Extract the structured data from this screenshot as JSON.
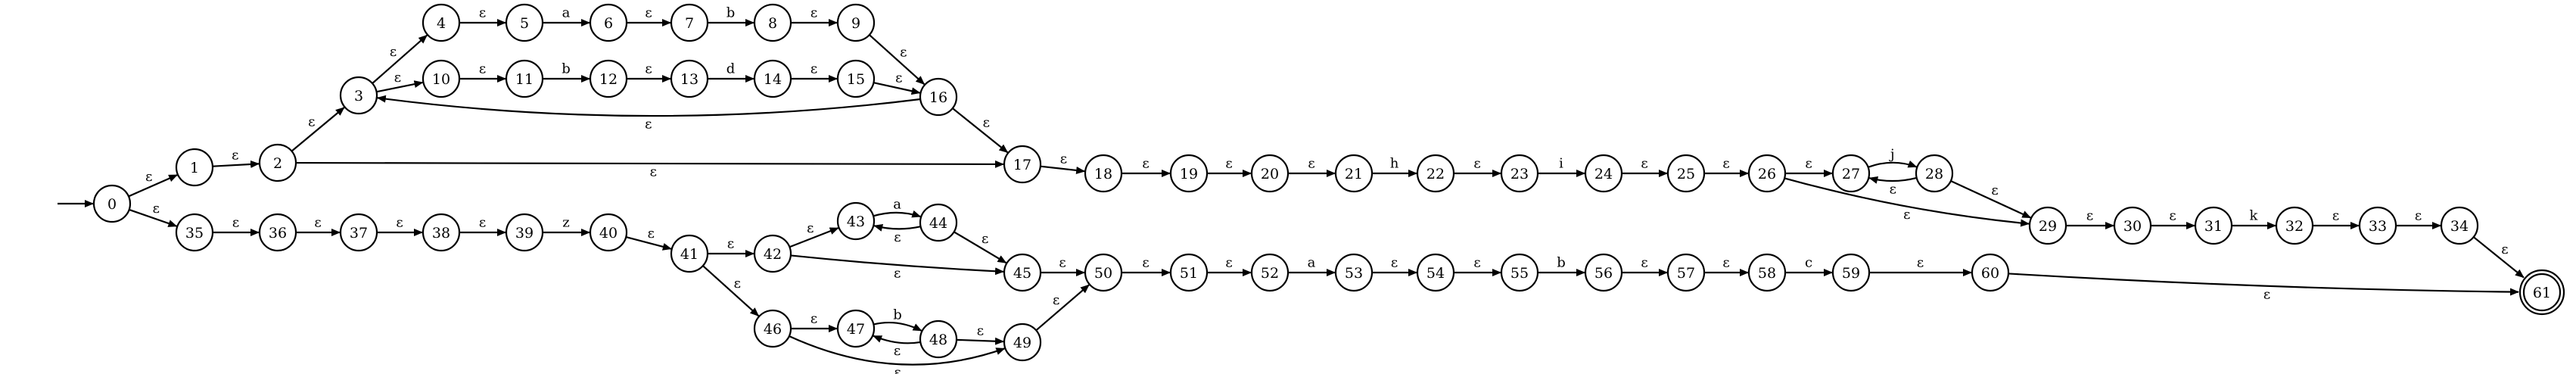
{
  "graph": {
    "type": "NFA",
    "start_state": "0",
    "accepting_states": [
      "61"
    ],
    "colors": {
      "stroke": "#000000",
      "fill": "#ffffff",
      "text": "#000000"
    },
    "states": [
      "0",
      "1",
      "2",
      "3",
      "4",
      "5",
      "6",
      "7",
      "8",
      "9",
      "10",
      "11",
      "12",
      "13",
      "14",
      "15",
      "16",
      "17",
      "18",
      "19",
      "20",
      "21",
      "22",
      "23",
      "24",
      "25",
      "26",
      "27",
      "28",
      "29",
      "30",
      "31",
      "32",
      "33",
      "34",
      "35",
      "36",
      "37",
      "38",
      "39",
      "40",
      "41",
      "42",
      "43",
      "44",
      "45",
      "46",
      "47",
      "48",
      "49",
      "50",
      "51",
      "52",
      "53",
      "54",
      "55",
      "56",
      "57",
      "58",
      "59",
      "60",
      "61"
    ],
    "transitions": [
      {
        "from": "0",
        "to": "1",
        "label": "ε"
      },
      {
        "from": "0",
        "to": "35",
        "label": "ε"
      },
      {
        "from": "1",
        "to": "2",
        "label": "ε"
      },
      {
        "from": "2",
        "to": "3",
        "label": "ε"
      },
      {
        "from": "2",
        "to": "17",
        "label": "ε"
      },
      {
        "from": "3",
        "to": "4",
        "label": "ε"
      },
      {
        "from": "3",
        "to": "10",
        "label": "ε"
      },
      {
        "from": "4",
        "to": "5",
        "label": "ε"
      },
      {
        "from": "5",
        "to": "6",
        "label": "a"
      },
      {
        "from": "6",
        "to": "7",
        "label": "ε"
      },
      {
        "from": "7",
        "to": "8",
        "label": "b"
      },
      {
        "from": "8",
        "to": "9",
        "label": "ε"
      },
      {
        "from": "9",
        "to": "16",
        "label": "ε"
      },
      {
        "from": "10",
        "to": "11",
        "label": "ε"
      },
      {
        "from": "11",
        "to": "12",
        "label": "b"
      },
      {
        "from": "12",
        "to": "13",
        "label": "ε"
      },
      {
        "from": "13",
        "to": "14",
        "label": "d"
      },
      {
        "from": "14",
        "to": "15",
        "label": "ε"
      },
      {
        "from": "15",
        "to": "16",
        "label": "ε"
      },
      {
        "from": "16",
        "to": "3",
        "label": "ε"
      },
      {
        "from": "16",
        "to": "17",
        "label": "ε"
      },
      {
        "from": "17",
        "to": "18",
        "label": "ε"
      },
      {
        "from": "18",
        "to": "19",
        "label": "ε"
      },
      {
        "from": "19",
        "to": "20",
        "label": "ε"
      },
      {
        "from": "20",
        "to": "21",
        "label": "ε"
      },
      {
        "from": "21",
        "to": "22",
        "label": "h"
      },
      {
        "from": "22",
        "to": "23",
        "label": "ε"
      },
      {
        "from": "23",
        "to": "24",
        "label": "i"
      },
      {
        "from": "24",
        "to": "25",
        "label": "ε"
      },
      {
        "from": "25",
        "to": "26",
        "label": "ε"
      },
      {
        "from": "26",
        "to": "27",
        "label": "ε"
      },
      {
        "from": "26",
        "to": "29",
        "label": "ε"
      },
      {
        "from": "27",
        "to": "28",
        "label": "j"
      },
      {
        "from": "28",
        "to": "27",
        "label": "ε"
      },
      {
        "from": "28",
        "to": "29",
        "label": "ε"
      },
      {
        "from": "29",
        "to": "30",
        "label": "ε"
      },
      {
        "from": "30",
        "to": "31",
        "label": "ε"
      },
      {
        "from": "31",
        "to": "32",
        "label": "k"
      },
      {
        "from": "32",
        "to": "33",
        "label": "ε"
      },
      {
        "from": "33",
        "to": "34",
        "label": "ε"
      },
      {
        "from": "34",
        "to": "61",
        "label": "ε"
      },
      {
        "from": "35",
        "to": "36",
        "label": "ε"
      },
      {
        "from": "36",
        "to": "37",
        "label": "ε"
      },
      {
        "from": "37",
        "to": "38",
        "label": "ε"
      },
      {
        "from": "38",
        "to": "39",
        "label": "ε"
      },
      {
        "from": "39",
        "to": "40",
        "label": "z"
      },
      {
        "from": "40",
        "to": "41",
        "label": "ε"
      },
      {
        "from": "41",
        "to": "42",
        "label": "ε"
      },
      {
        "from": "41",
        "to": "46",
        "label": "ε"
      },
      {
        "from": "42",
        "to": "43",
        "label": "ε"
      },
      {
        "from": "42",
        "to": "45",
        "label": "ε"
      },
      {
        "from": "43",
        "to": "44",
        "label": "a"
      },
      {
        "from": "44",
        "to": "43",
        "label": "ε"
      },
      {
        "from": "44",
        "to": "45",
        "label": "ε"
      },
      {
        "from": "45",
        "to": "50",
        "label": "ε"
      },
      {
        "from": "46",
        "to": "47",
        "label": "ε"
      },
      {
        "from": "46",
        "to": "49",
        "label": "ε"
      },
      {
        "from": "47",
        "to": "48",
        "label": "b"
      },
      {
        "from": "48",
        "to": "47",
        "label": "ε"
      },
      {
        "from": "48",
        "to": "49",
        "label": "ε"
      },
      {
        "from": "49",
        "to": "50",
        "label": "ε"
      },
      {
        "from": "50",
        "to": "51",
        "label": "ε"
      },
      {
        "from": "51",
        "to": "52",
        "label": "ε"
      },
      {
        "from": "52",
        "to": "53",
        "label": "a"
      },
      {
        "from": "53",
        "to": "54",
        "label": "ε"
      },
      {
        "from": "54",
        "to": "55",
        "label": "ε"
      },
      {
        "from": "55",
        "to": "56",
        "label": "b"
      },
      {
        "from": "56",
        "to": "57",
        "label": "ε"
      },
      {
        "from": "57",
        "to": "58",
        "label": "ε"
      },
      {
        "from": "58",
        "to": "59",
        "label": "c"
      },
      {
        "from": "59",
        "to": "60",
        "label": "ε"
      },
      {
        "from": "60",
        "to": "61",
        "label": "ε"
      }
    ]
  }
}
